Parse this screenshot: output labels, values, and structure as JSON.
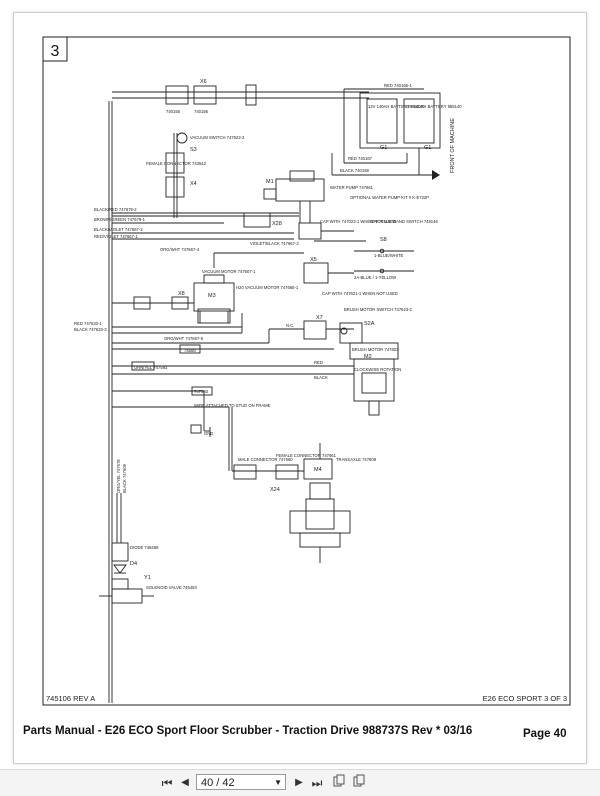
{
  "sheet_number": "3",
  "drawing_number_rev": "745106  REV  A",
  "drawing_title": "E26  ECO  SPORT  3  OF  3",
  "footer_title": "Parts Manual - E26 ECO Sport Floor Scrubber - Traction Drive 988737S Rev * 03/16",
  "footer_page": "Page 40",
  "viewer": {
    "page_indicator": "40 / 42",
    "first_label": "⏮",
    "prev_label": "◀",
    "next_label": "▶",
    "last_label": "⏭"
  },
  "labels": {
    "x6": "X6",
    "w1": "740156",
    "w2": "740156",
    "red1": "RED 740166-1",
    "battery1": "12V 140AH BATTERY 958140",
    "battery2": "12V 140AH BATTERY 958140",
    "g1a": "G1",
    "g1b": "G1",
    "red2": "RED 740167",
    "black1": "BLACK 740168",
    "front": "FRONT OF MACHINE",
    "vacsw": "VACUUM SWITCH 747622-2",
    "s3": "S3",
    "fconn": "FEMALE CONNECTOR 743542",
    "x4": "X4",
    "m1": "M1",
    "wpump": "WATER PUMP 747661",
    "optpump": "OPTIONAL WATER PUMP KIT # K-E722P",
    "bkred": "BLACK/RED 747679-2",
    "brgr": "BROWN/GREEN 747679-1",
    "x28": "X28",
    "cap1": "CAP WITH 747023-1 WHEN NOT USED",
    "offaisle": "OFF AISLE WAND SWITCH 748146",
    "s8": "S8",
    "bkvi": "BLACK/VIOLET 747667-3",
    "rdvi": "RED/VIOLET 747667-1",
    "vibk": "VIOLET/BLACK 747667-2",
    "blwh": "1-BLUE/WHITE",
    "orwh": "ORG/WHT 747667-4",
    "blye": "2A-BLUE / 1-YELLOW",
    "x5": "X5",
    "cap2": "CAP WITH 747621-1 WHEN NOT USED",
    "vacmotor": "VACUUM MOTOR 747607-1",
    "h20": "H20 VACUUM MOTOR 747665-1",
    "x8": "X8",
    "m3": "M3",
    "red3": "RED 747633-1",
    "black3": "BLACK 747633-3",
    "orwh2": "ORG/WHT 747667-5",
    "nc": "N.C.",
    "x7": "X7",
    "bmsw": "BRUSH MOTOR SWITCH 747623-2",
    "s2a": "S2A",
    "w3": "74588",
    "bmotor": "BRUSH MOTOR 747603",
    "m2": "M2",
    "red4": "RED",
    "black4": "BLACK",
    "clockwise": "CLOCKWISE ROTATION",
    "orye": "ORN/YEL 747593",
    "w4": "747593",
    "wirenote": "WIRE ATTACHED TO STUD ON FRAME",
    "gnd": "GND",
    "mconn": "MALE CONNECTOR 747660",
    "fconn2": "FEMALE CONNECTOR 747661",
    "m4": "M4",
    "trans": "TRANSAXLE 747608",
    "x24": "X24",
    "diode": "DIODE 748488",
    "d4": "D4",
    "y1": "Y1",
    "solenoid": "SOLENOID VALVE 745493",
    "oryel2": "ORG/YEL 747678",
    "bk2": "BLACK 747609"
  }
}
